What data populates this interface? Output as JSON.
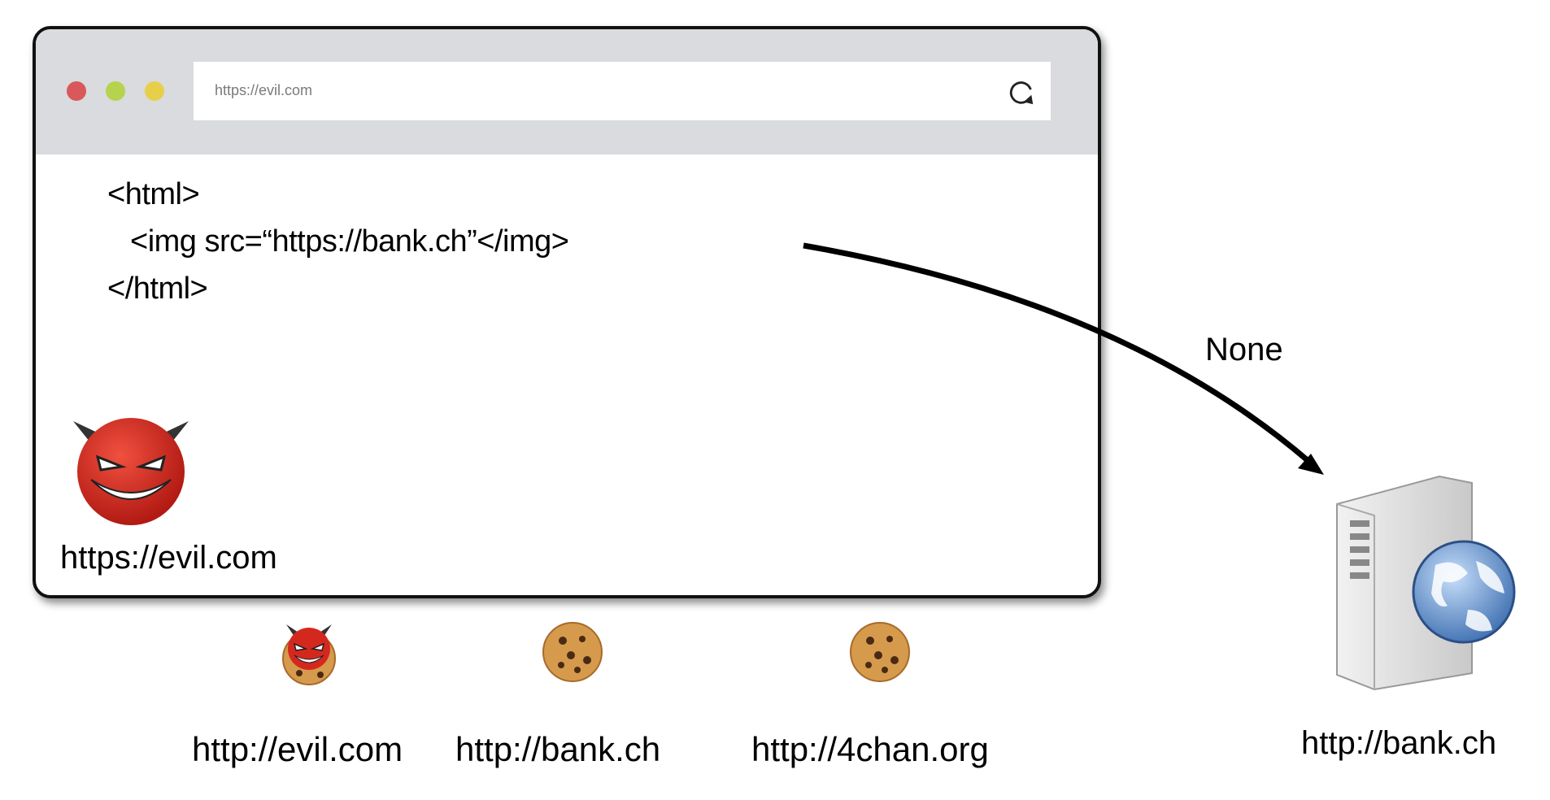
{
  "browser": {
    "url": "https://evil.com",
    "code_lines": [
      "<html>",
      "<img src=“https://bank.ch”</img>",
      "</html>"
    ],
    "attacker_label": "https://evil.com"
  },
  "request": {
    "cookies_sent_label": "None"
  },
  "server": {
    "label": "http://bank.ch",
    "icon": "web-server-globe-icon"
  },
  "cookie_jar": [
    {
      "label": "http://evil.com",
      "icon": "devil-cookie-icon"
    },
    {
      "label": "http://bank.ch",
      "icon": "cookie-icon"
    },
    {
      "label": "http://4chan.org",
      "icon": "cookie-icon"
    }
  ],
  "colors": {
    "window_chrome": "#d9dbde",
    "close_dot": "#d9585b",
    "minimize_dot": "#b6d34d",
    "maximize_dot": "#e8cf4a",
    "devil": "#d4281f",
    "cookie": "#d59a4c"
  }
}
